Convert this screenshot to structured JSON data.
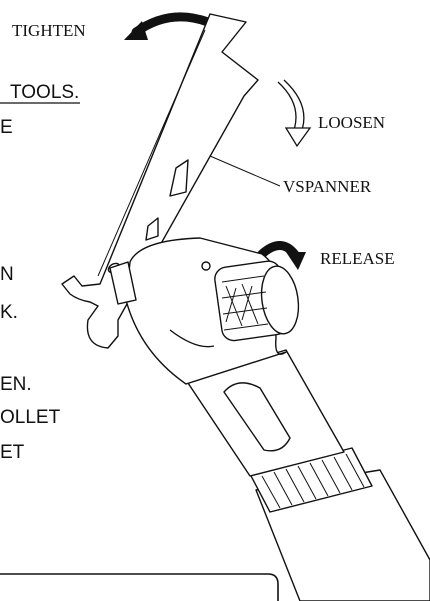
{
  "labels": {
    "tighten": "TIGHTEN",
    "loosen": "LOOSEN",
    "vspanner": "VSPANNER",
    "release": "RELEASE"
  },
  "edge_text": {
    "line1": "TOOLS.",
    "line2": "E",
    "line3": "N",
    "line4": "K.",
    "line5": "EN.",
    "line6": "OLLET",
    "line7": "ET"
  },
  "colors": {
    "ink": "#111111",
    "background": "#ffffff"
  }
}
